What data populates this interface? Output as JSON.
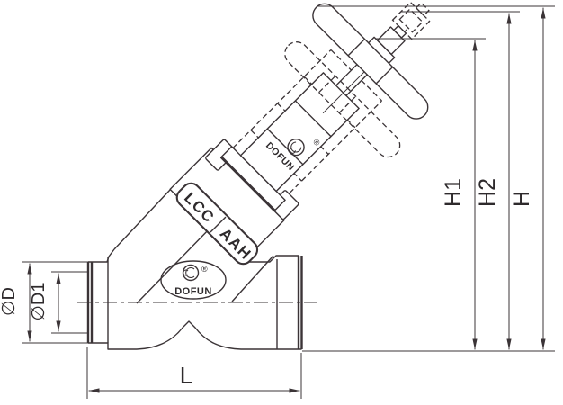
{
  "drawing": {
    "type": "y-pattern-stop-valve-engineering-drawing",
    "dimension_labels": {
      "diameter_outer": "∅D",
      "diameter_inner": "∅D1",
      "length": "L",
      "height1": "H1",
      "height2": "H2",
      "height_total": "H"
    },
    "markings": {
      "body_material": "LCC",
      "trim_code": "AAH",
      "brand": "DOFUN",
      "registered_mark": "®"
    },
    "colors": {
      "line": "#3b3437",
      "background": "#ffffff"
    }
  }
}
